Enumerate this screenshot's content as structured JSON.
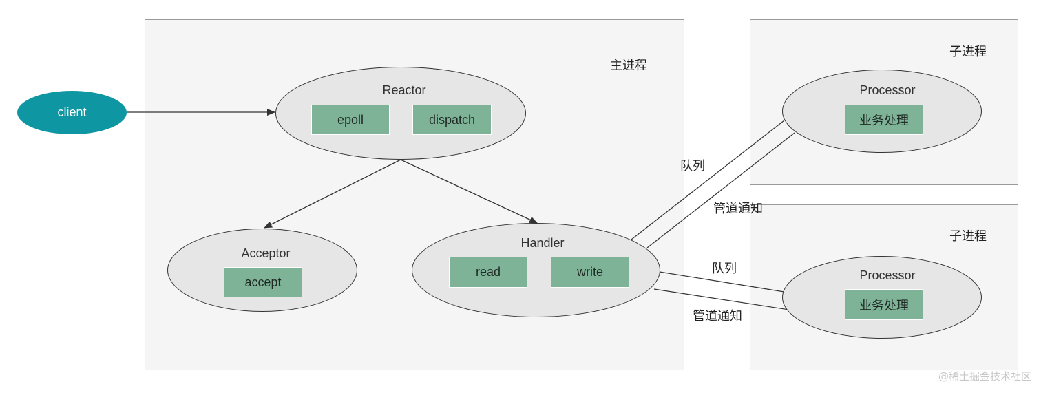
{
  "client": "client",
  "main_process": {
    "label": "主进程",
    "reactor": {
      "title": "Reactor",
      "items": [
        "epoll",
        "dispatch"
      ]
    },
    "acceptor": {
      "title": "Acceptor",
      "items": [
        "accept"
      ]
    },
    "handler": {
      "title": "Handler",
      "items": [
        "read",
        "write"
      ]
    }
  },
  "sub_processes": [
    {
      "label": "子进程",
      "processor": {
        "title": "Processor",
        "item": "业务处理"
      }
    },
    {
      "label": "子进程",
      "processor": {
        "title": "Processor",
        "item": "业务处理"
      }
    }
  ],
  "links": {
    "queue_1": "队列",
    "pipe_1": "管道通知",
    "queue_2": "队列",
    "pipe_2": "管道通知"
  },
  "watermark": "@稀土掘金技术社区",
  "colors": {
    "client_fill": "#0f96a3",
    "chip_fill": "#7fb397",
    "ellipse_fill": "#e6e6e6",
    "box_fill": "#f5f5f5"
  }
}
